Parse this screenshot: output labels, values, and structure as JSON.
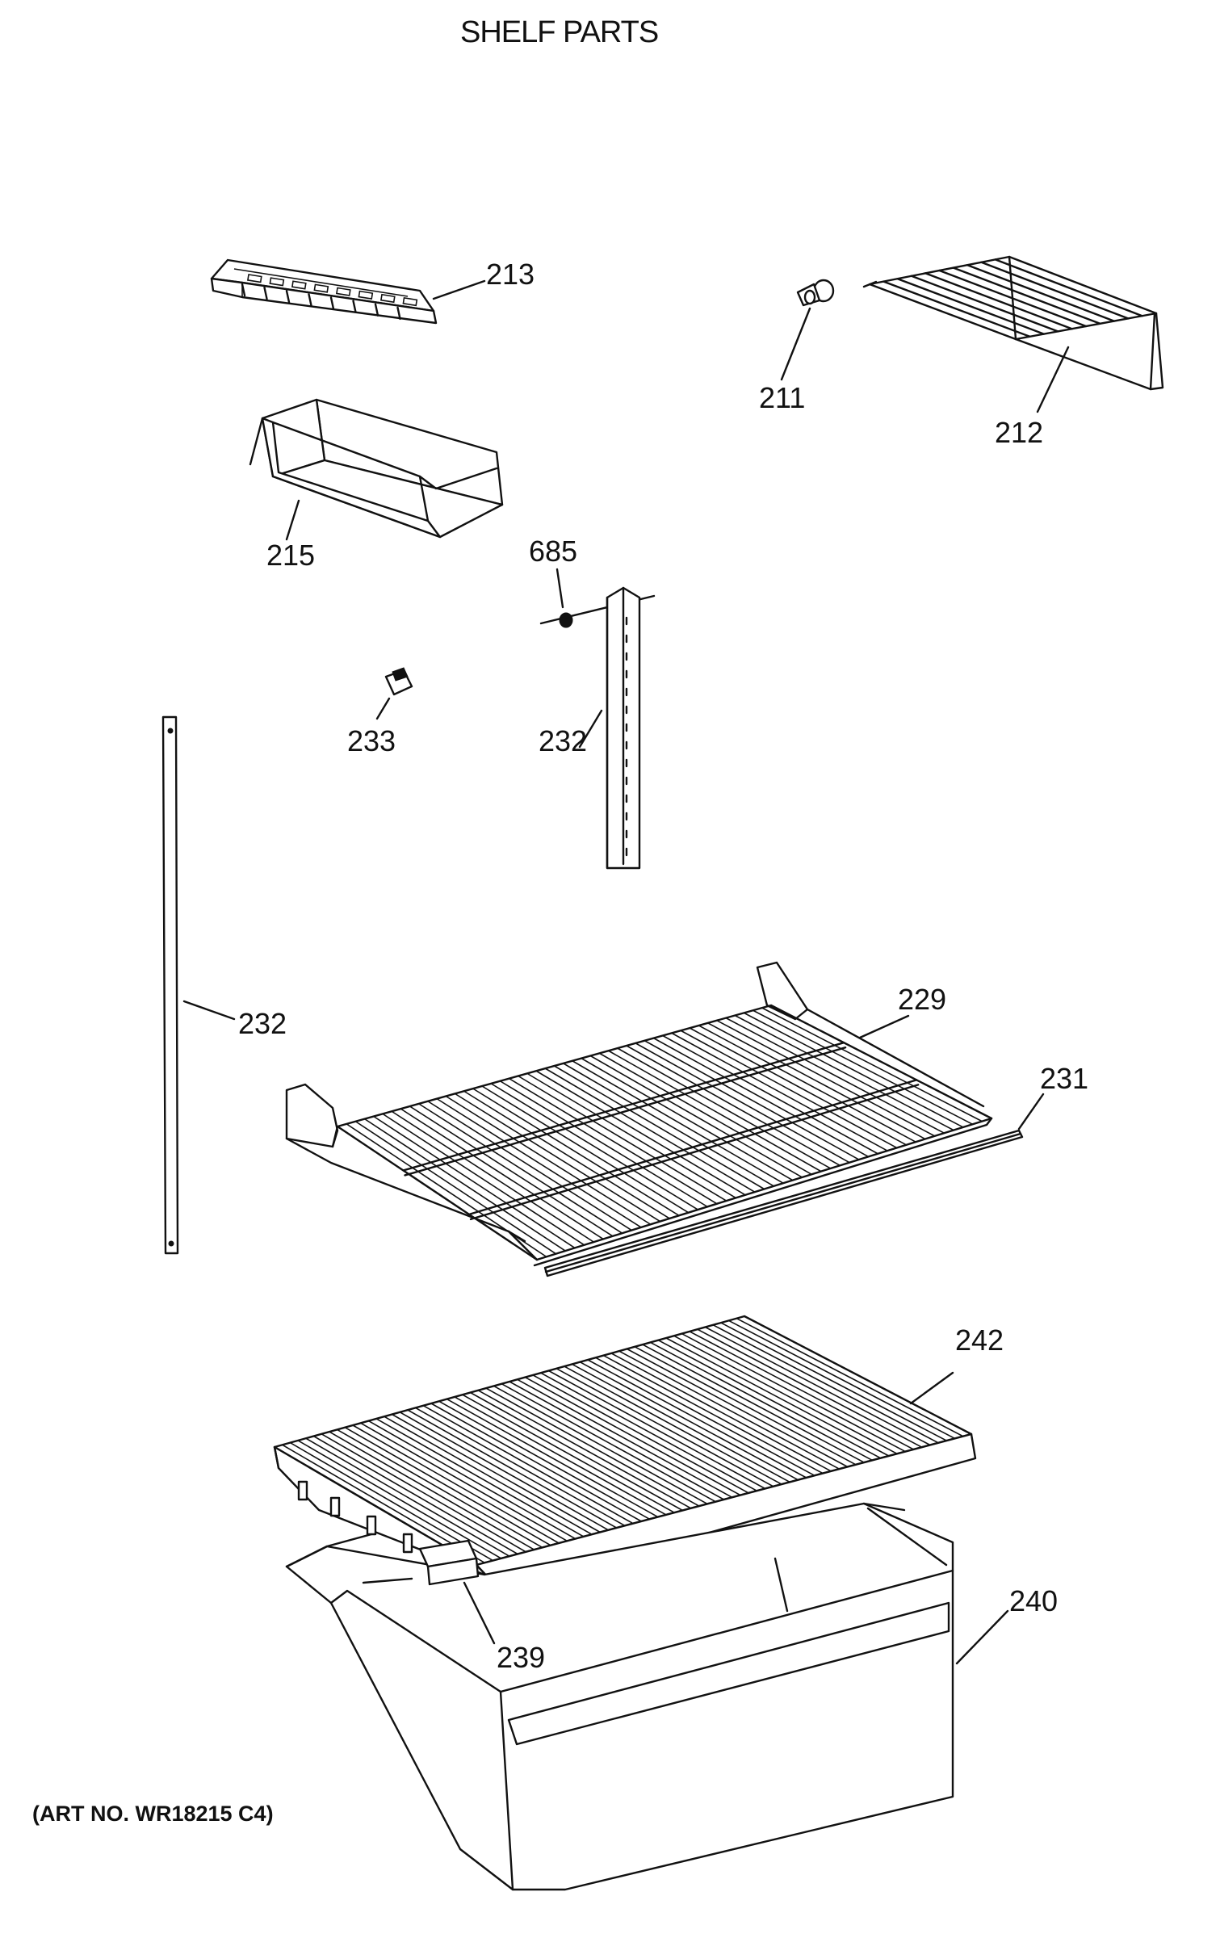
{
  "title": "SHELF PARTS",
  "art_number": "(ART NO. WR18215 C4)",
  "callouts": {
    "p213": "213",
    "p211": "211",
    "p212": "212",
    "p215": "215",
    "p685": "685",
    "p233": "233",
    "p232_center": "232",
    "p232_left": "232",
    "p229": "229",
    "p231": "231",
    "p242": "242",
    "p240": "240",
    "p239": "239"
  }
}
